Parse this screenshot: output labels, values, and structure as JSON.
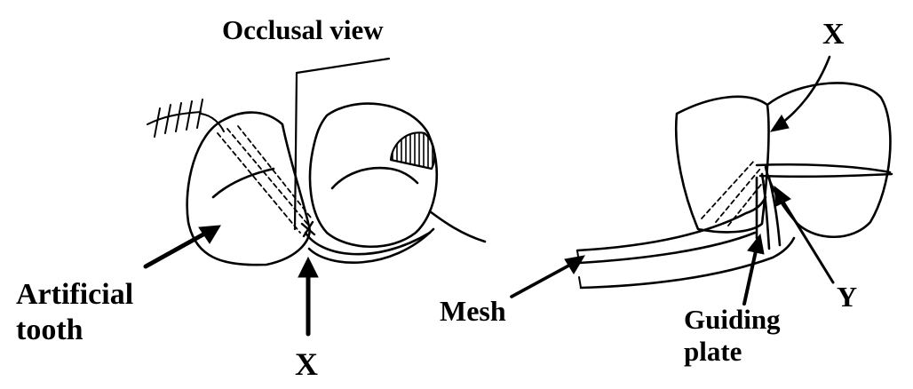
{
  "labels": {
    "occlusal_view": "Occlusal view",
    "x_left": "X",
    "artificial": "Artificial",
    "tooth": "tooth",
    "x_right": "X",
    "mesh": "Mesh",
    "guiding": "Guiding",
    "plate": "plate",
    "y": "Y"
  }
}
